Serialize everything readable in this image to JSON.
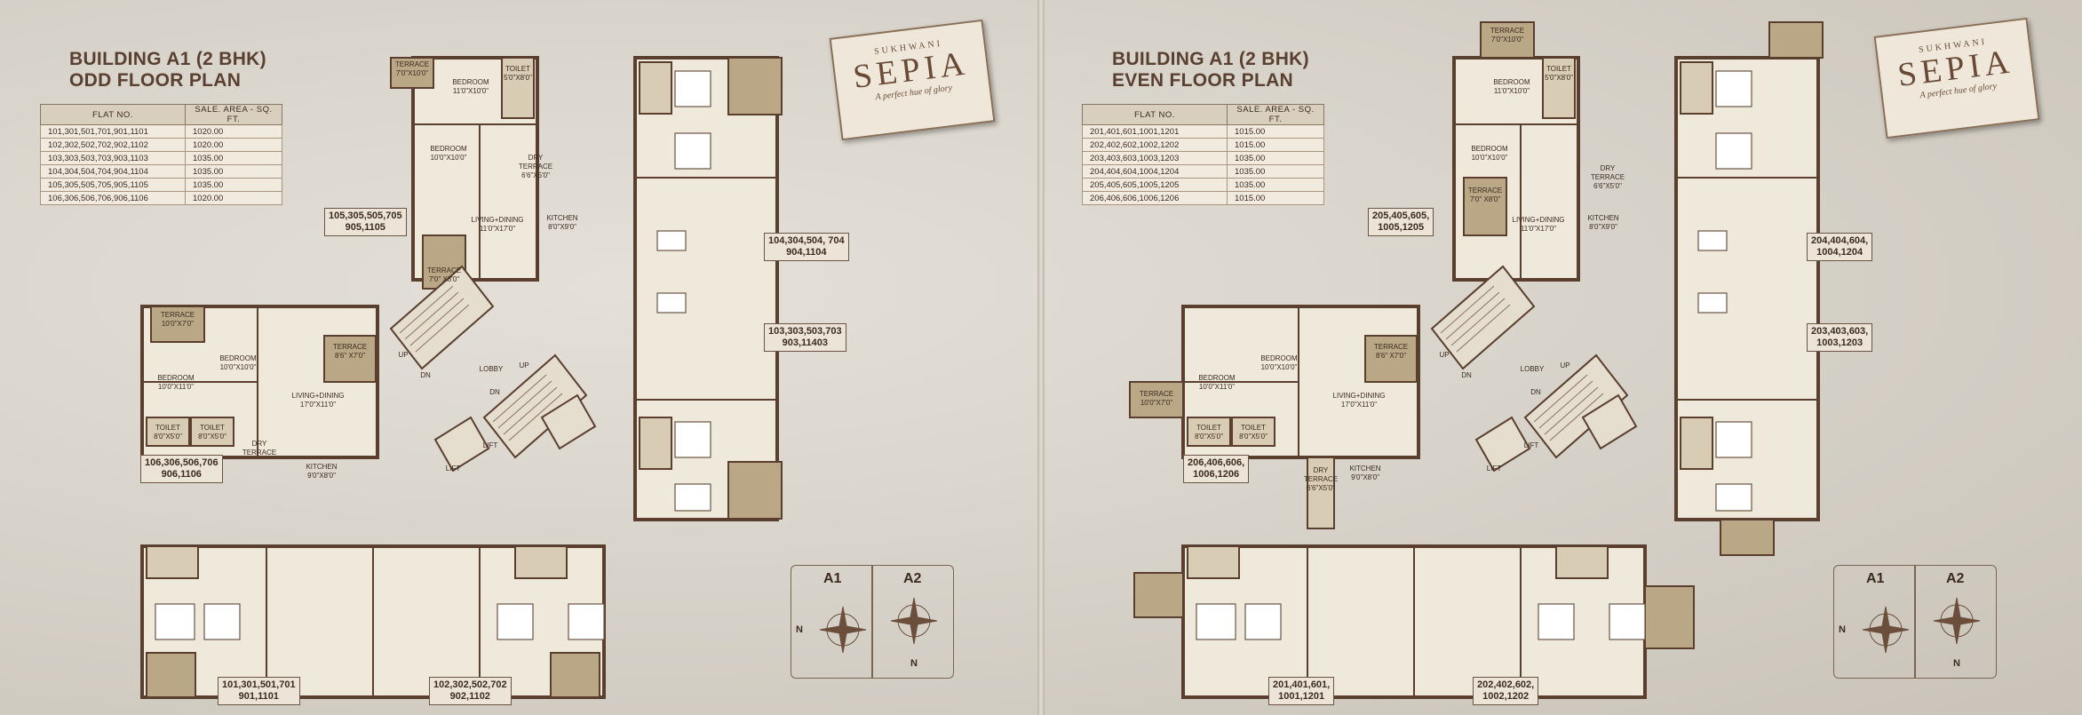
{
  "pages": [
    {
      "title_line1": "BUILDING A1 (2 BHK)",
      "title_line2": "ODD FLOOR PLAN",
      "table_headers": [
        "FLAT NO.",
        "SALE. AREA - SQ. FT."
      ],
      "rows": [
        {
          "flat": "101,301,501,701,901,1101",
          "area": "1020.00"
        },
        {
          "flat": "102,302,502,702,902,1102",
          "area": "1020.00"
        },
        {
          "flat": "103,303,503,703,903,1103",
          "area": "1035.00"
        },
        {
          "flat": "104,304,504,704,904,1104",
          "area": "1035.00"
        },
        {
          "flat": "105,305,505,705,905,1105",
          "area": "1035.00"
        },
        {
          "flat": "106,306,506,706,906,1106",
          "area": "1020.00"
        }
      ],
      "unit_labels": {
        "top": [
          "105,305,505,705",
          "905,1105"
        ],
        "right1": [
          "104,304,504, 704",
          "904,1104"
        ],
        "right2": [
          "103,303,503,703",
          "903,11403"
        ],
        "left": [
          "106,306,506,706",
          "906,1106"
        ],
        "bottom_left": [
          "101,301,501,701",
          "901,1101"
        ],
        "bottom_right": [
          "102,302,502,702",
          "902,1102"
        ]
      }
    },
    {
      "title_line1": "BUILDING A1 (2 BHK)",
      "title_line2": "EVEN FLOOR PLAN",
      "table_headers": [
        "FLAT NO.",
        "SALE. AREA - SQ. FT."
      ],
      "rows": [
        {
          "flat": "201,401,601,1001,1201",
          "area": "1015.00"
        },
        {
          "flat": "202,402,602,1002,1202",
          "area": "1015.00"
        },
        {
          "flat": "203,403,603,1003,1203",
          "area": "1035.00"
        },
        {
          "flat": "204,404,604,1004,1204",
          "area": "1035.00"
        },
        {
          "flat": "205,405,605,1005,1205",
          "area": "1035.00"
        },
        {
          "flat": "206,406,606,1006,1206",
          "area": "1015.00"
        }
      ],
      "unit_labels": {
        "top": [
          "205,405,605,",
          "1005,1205"
        ],
        "right1": [
          "204,404,604,",
          "1004,1204"
        ],
        "right2": [
          "203,403,603,",
          "1003,1203"
        ],
        "left": [
          "206,406,606,",
          "1006,1206"
        ],
        "bottom_left": [
          "201,401,601,",
          "1001,1201"
        ],
        "bottom_right": [
          "202,402,602,",
          "1002,1202"
        ]
      }
    }
  ],
  "logo": {
    "small": "SUKHWANI",
    "big": "SEPIA",
    "tagline": "A perfect hue of glory"
  },
  "compass": {
    "label_a1": "A1",
    "label_a2": "A2",
    "north": "N"
  },
  "rooms": {
    "bedroom": "BEDROOM",
    "bedroom_size_a": "11'0\"X10'0\"",
    "bedroom_size_b": "10'0\"X10'0\"",
    "bedroom_size_c": "10'0\"X11'0\"",
    "toilet": "TOILET",
    "toilet_size": "5'0\"X8'0\"",
    "toilet_size_b": "8'0\"X5'0\"",
    "terrace": "TERRACE",
    "terrace_size": "7'0\"X10'0\"",
    "terrace_size_b": "7'0\" X8'0\"",
    "terrace_size_c": "8'6\" X7'0\"",
    "terrace_size_d": "10'0\"X7'0\"",
    "dry_terrace": "DRY",
    "dry_terrace_b": "TERRACE",
    "dry_size": "6'6\"X5'0\"",
    "living": "LIVING+DINING",
    "living_size": "11'0\"X17'0\"",
    "living_size_b": "17'0\"X11'0\"",
    "kitchen": "KITCHEN",
    "kitchen_size": "8'0\"X9'0\"",
    "kitchen_size_b": "9'0\"X8'0\"",
    "lobby": "LOBBY",
    "lift": "LIFT",
    "up": "UP",
    "dn": "DN"
  }
}
